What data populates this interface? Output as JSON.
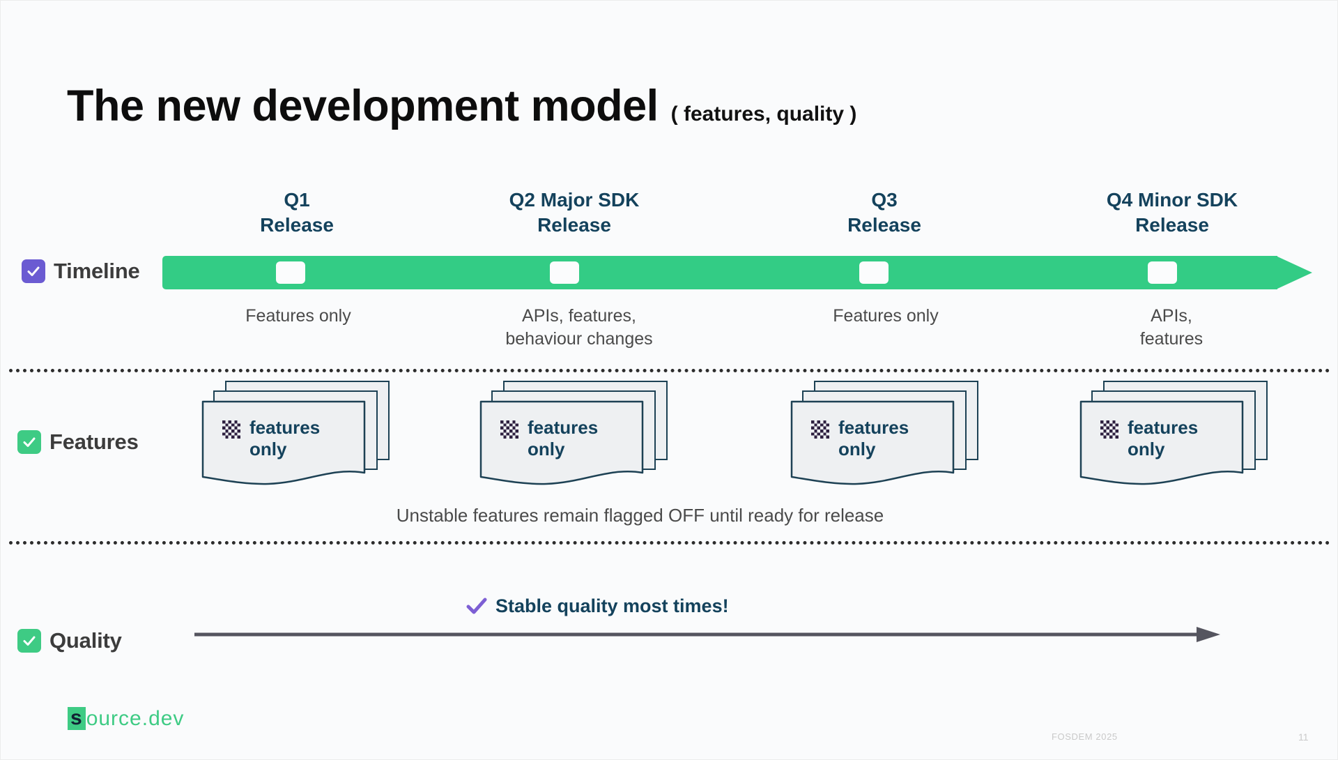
{
  "slide": {
    "background": "#fafbfc",
    "title_main": "The new development model",
    "title_sub": "( features, quality )"
  },
  "rows": {
    "timeline": {
      "label": "Timeline",
      "checkbox_color": "#6b5bd2",
      "checkbox_icon": "check-icon",
      "bar_color": "#33cc85"
    },
    "features": {
      "label": "Features",
      "checkbox_color": "#3ecb84",
      "checkbox_icon": "check-icon",
      "note": "Unstable features remain flagged OFF until ready for release"
    },
    "quality": {
      "label": "Quality",
      "checkbox_color": "#3ecb84",
      "checkbox_icon": "check-icon",
      "callout": "Stable quality most times!",
      "callout_icon": "purple-check-icon",
      "arrow_icon": "right-arrow-icon",
      "arrow_color": "#4a4a55"
    }
  },
  "quarters": [
    {
      "heading": "Q1\nRelease",
      "heading_line1": "Q1",
      "heading_line2": "Release",
      "timeline_caption": "Features only",
      "card_icon": "checkerboard-icon",
      "card_text": "features\nonly"
    },
    {
      "heading": "Q2 Major SDK\nRelease",
      "heading_line1": "Q2 Major SDK",
      "heading_line2": "Release",
      "timeline_caption": "APIs, features,\nbehaviour changes",
      "card_icon": "checkerboard-icon",
      "card_text": "features\nonly"
    },
    {
      "heading": "Q3\nRelease",
      "heading_line1": "Q3",
      "heading_line2": "Release",
      "timeline_caption": "Features only",
      "card_icon": "checkerboard-icon",
      "card_text": "features\nonly"
    },
    {
      "heading": "Q4 Minor SDK\nRelease",
      "heading_line1": "Q4 Minor SDK",
      "heading_line2": "Release",
      "timeline_caption": "APIs,\nfeatures",
      "card_icon": "checkerboard-icon",
      "card_text": "features\nonly"
    }
  ],
  "footer": {
    "logo_s": "s",
    "logo_rest": "ource.dev",
    "event": "FOSDEM 2025",
    "page": "11"
  },
  "colors": {
    "accent_green": "#33cc85",
    "accent_purple": "#6b5bd2",
    "navy": "#14425c",
    "card_fill": "#eef0f2",
    "card_stroke": "#1d4154",
    "muted_text": "#4a4a4a"
  }
}
